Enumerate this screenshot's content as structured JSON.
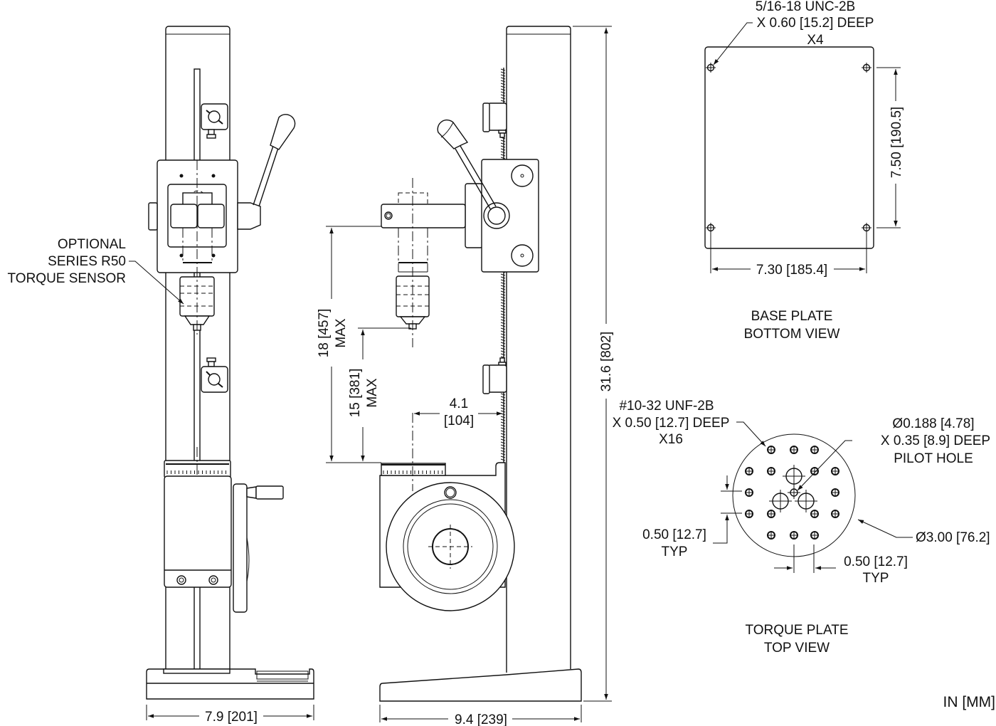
{
  "drawing": {
    "units_note": "IN [MM]",
    "front_view": {
      "sensor_callout": [
        "OPTIONAL",
        "SERIES R50",
        "TORQUE SENSOR"
      ],
      "width_dim": "7.9 [201]"
    },
    "side_view": {
      "height_dim": "31.6 [802]",
      "width_dim": "9.4 [239]",
      "max_travel_1": [
        "18 [457]",
        "MAX"
      ],
      "max_travel_2": [
        "15 [381]",
        "MAX"
      ],
      "throat_dim": [
        "4.1",
        "[104]"
      ]
    },
    "base_plate": {
      "hole_callout": [
        "5/16-18 UNC-2B",
        "X 0.60 [15.2] DEEP",
        "X4"
      ],
      "height_dim": "7.50 [190.5]",
      "width_dim": "7.30 [185.4]",
      "title": [
        "BASE PLATE",
        "BOTTOM VIEW"
      ]
    },
    "torque_plate": {
      "thread_callout": [
        "#10-32 UNF-2B",
        "X 0.50 [12.7] DEEP",
        "X16"
      ],
      "pilot_callout": [
        "Ø0.188 [4.78]",
        "X 0.35 [8.9] DEEP",
        "PILOT HOLE"
      ],
      "diameter_callout": "Ø3.00 [76.2]",
      "vertical_spacing": [
        "0.50 [12.7]",
        "TYP"
      ],
      "horizontal_spacing": [
        "0.50 [12.7]",
        "TYP"
      ],
      "title": [
        "TORQUE PLATE",
        "TOP VIEW"
      ]
    }
  }
}
